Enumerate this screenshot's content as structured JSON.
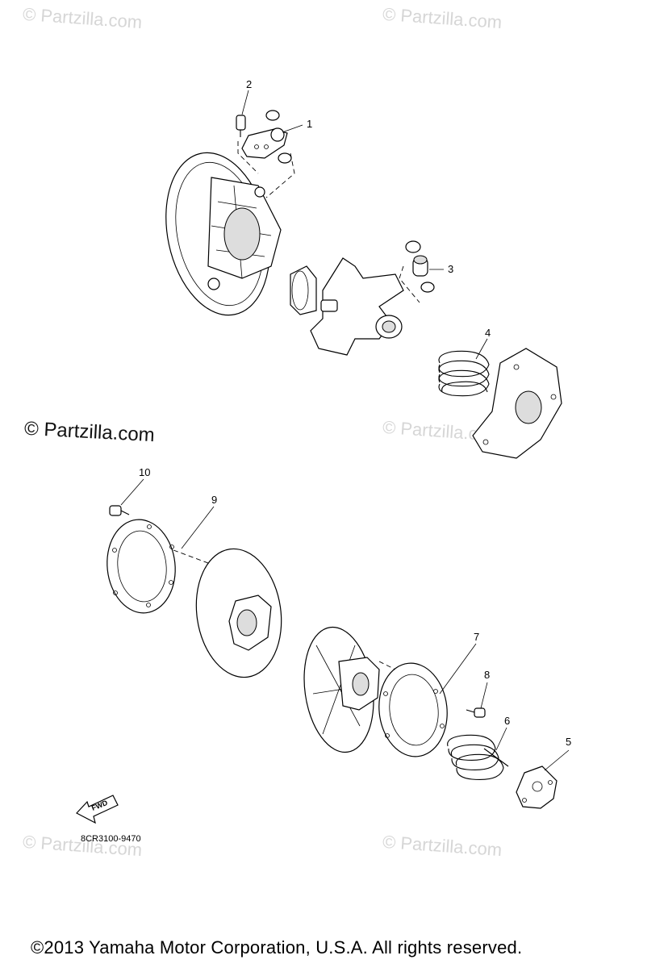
{
  "watermarks": [
    "© Partzilla.com",
    "© Partzilla.com",
    "© Partzilla.com",
    "© Partzilla.com",
    "© Partzilla.com",
    "© Partzilla.com"
  ],
  "main_watermark": "© Partzilla.com",
  "callouts": [
    "1",
    "2",
    "3",
    "4",
    "5",
    "6",
    "7",
    "8",
    "9",
    "10"
  ],
  "fwd_label": "FWD",
  "figure_code": "8CR3100-9470",
  "copyright": "©2013  Yamaha Motor Corporation, U.S.A. All rights reserved."
}
